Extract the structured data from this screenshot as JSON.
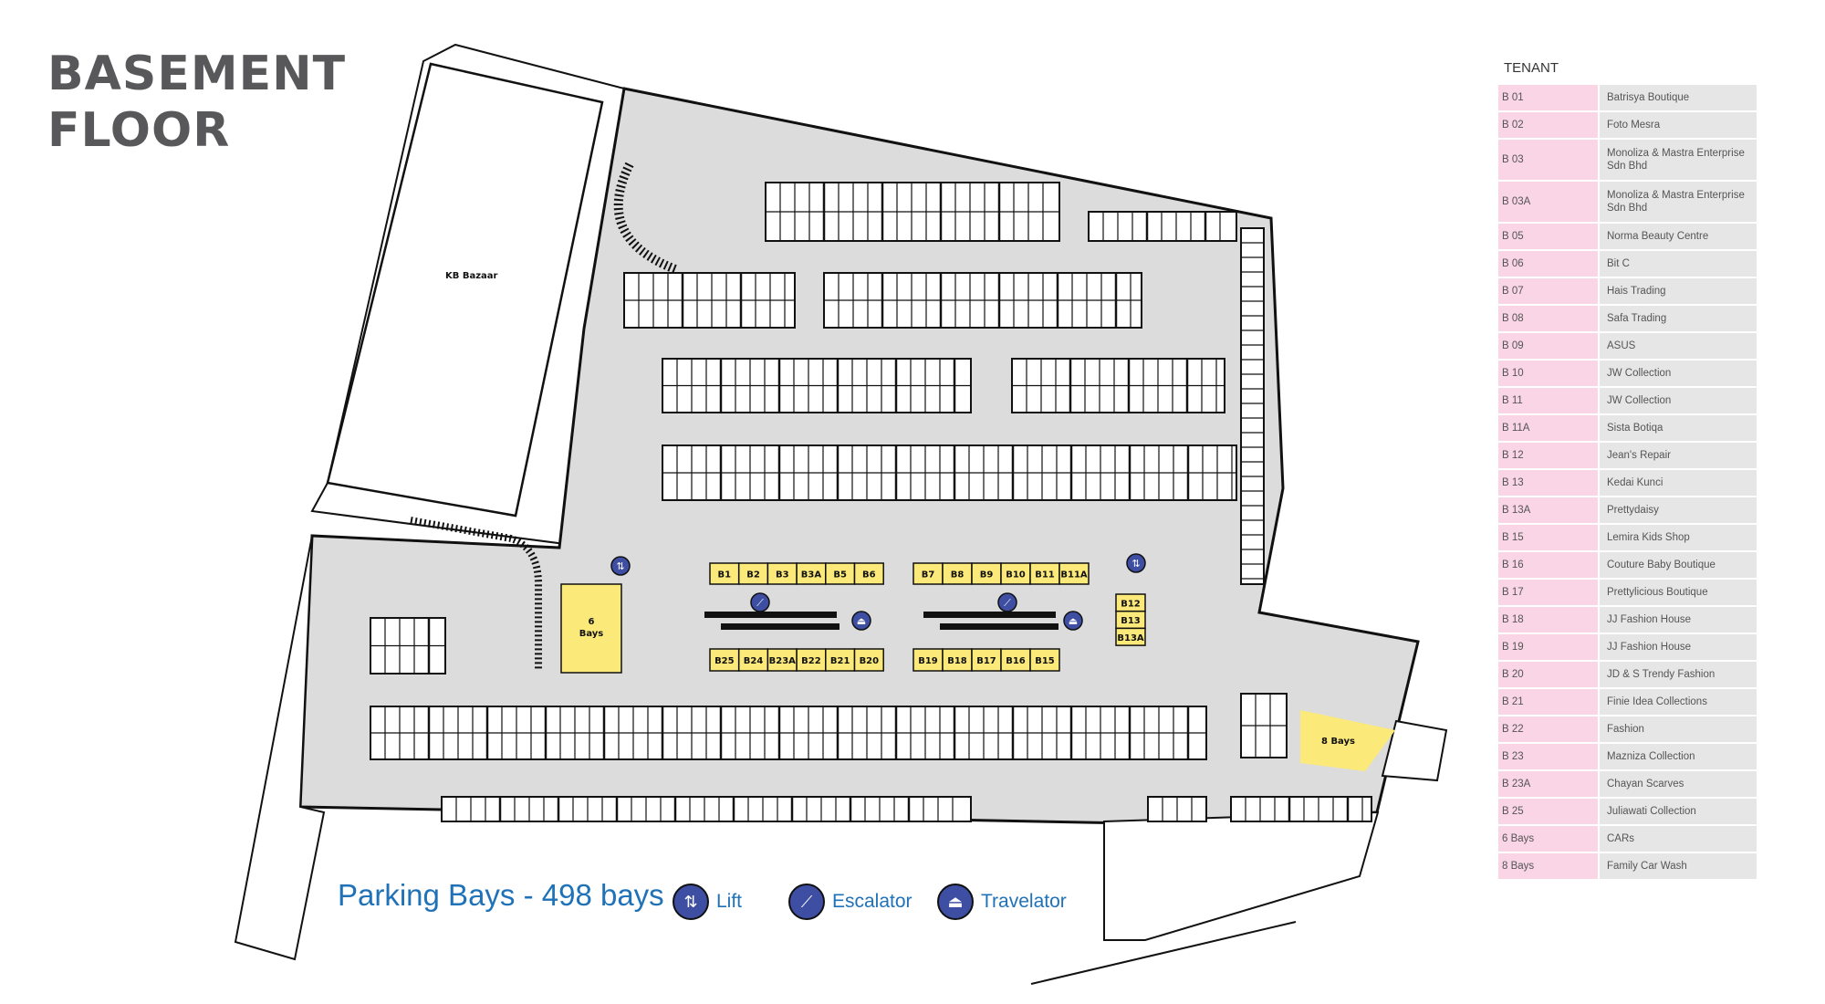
{
  "title": {
    "line1": "BASEMENT",
    "line2": "FLOOR"
  },
  "map": {
    "kb_bazaar": "KB Bazaar",
    "six_bays": {
      "num": "6",
      "word": "Bays"
    },
    "eight_bays": "8 Bays",
    "shops_top_left": [
      "B1",
      "B2",
      "B3",
      "B3A",
      "B5",
      "B6"
    ],
    "shops_top_right": [
      "B7",
      "B8",
      "B9",
      "B10",
      "B11",
      "B11A"
    ],
    "shops_bottom_left": [
      "B25",
      "B24",
      "B23A",
      "B22",
      "B21",
      "B20"
    ],
    "shops_bottom_right": [
      "B19",
      "B18",
      "B17",
      "B16",
      "B15"
    ],
    "shops_side": [
      "B12",
      "B13",
      "B13A"
    ],
    "colors": {
      "shop": "#fbe97a",
      "floor": "#dcdcdc",
      "icon": "#3d4ea3"
    }
  },
  "legend": {
    "parking": "Parking Bays - 498 bays",
    "lift": {
      "icon": "lift-icon",
      "label": "Lift"
    },
    "escalator": {
      "icon": "escalator-icon",
      "label": "Escalator"
    },
    "travelator": {
      "icon": "travelator-icon",
      "label": "Travelator"
    }
  },
  "tenant": {
    "heading": "TENANT",
    "rows": [
      {
        "code": "B 01",
        "name": "Batrisya Boutique"
      },
      {
        "code": "B 02",
        "name": "Foto Mesra"
      },
      {
        "code": "B 03",
        "name": "Monoliza & Mastra Enterprise Sdn Bhd"
      },
      {
        "code": "B 03A",
        "name": "Monoliza & Mastra Enterprise Sdn Bhd"
      },
      {
        "code": "B 05",
        "name": "Norma Beauty Centre"
      },
      {
        "code": "B 06",
        "name": "Bit C"
      },
      {
        "code": "B 07",
        "name": "Hais Trading"
      },
      {
        "code": "B 08",
        "name": "Safa Trading"
      },
      {
        "code": "B 09",
        "name": "ASUS"
      },
      {
        "code": "B 10",
        "name": "JW Collection"
      },
      {
        "code": "B 11",
        "name": "JW Collection"
      },
      {
        "code": "B 11A",
        "name": "Sista Botiqa"
      },
      {
        "code": "B 12",
        "name": "Jean's Repair"
      },
      {
        "code": "B 13",
        "name": "Kedai Kunci"
      },
      {
        "code": "B 13A",
        "name": "Prettydaisy"
      },
      {
        "code": "B 15",
        "name": "Lemira Kids Shop"
      },
      {
        "code": "B 16",
        "name": "Couture Baby Boutique"
      },
      {
        "code": "B 17",
        "name": "Prettylicious Boutique"
      },
      {
        "code": "B 18",
        "name": "JJ Fashion House"
      },
      {
        "code": "B 19",
        "name": "JJ Fashion House"
      },
      {
        "code": "B 20",
        "name": "JD & S Trendy Fashion"
      },
      {
        "code": "B 21",
        "name": "Finie Idea Collections"
      },
      {
        "code": "B 22",
        "name": "Fashion"
      },
      {
        "code": "B 23",
        "name": "Mazniza Collection"
      },
      {
        "code": "B 23A",
        "name": "Chayan Scarves"
      },
      {
        "code": "B 25",
        "name": "Juliawati Collection"
      },
      {
        "code": "6 Bays",
        "name": "CARs"
      },
      {
        "code": "8 Bays",
        "name": "Family Car Wash"
      }
    ]
  }
}
